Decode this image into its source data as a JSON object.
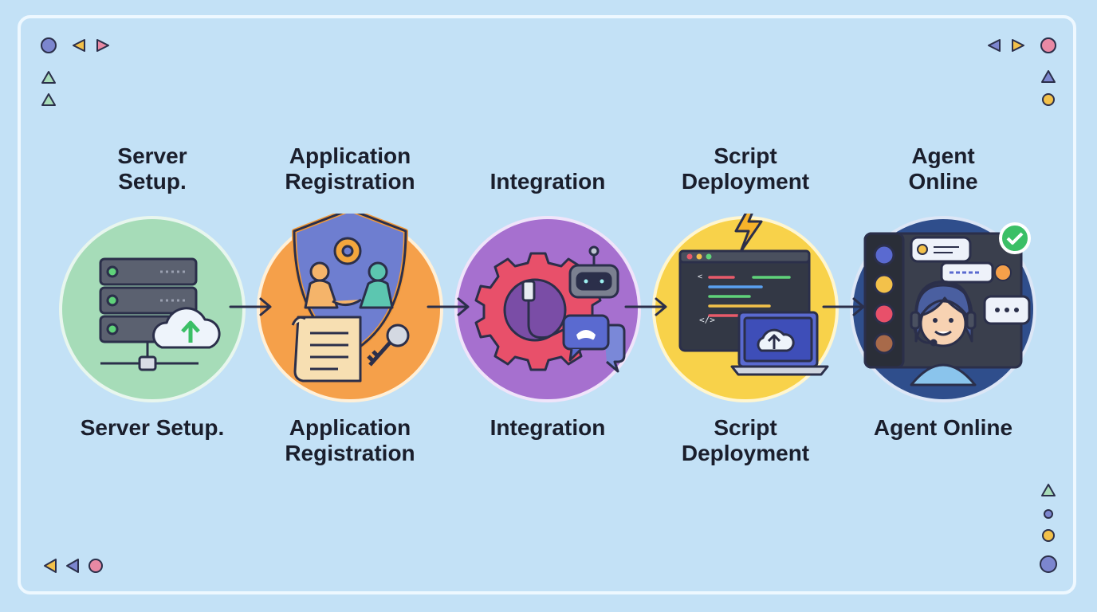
{
  "stages": [
    {
      "id": "server",
      "top_label": [
        "Server",
        "Setup."
      ],
      "bottom_label": [
        "Server Setup."
      ],
      "color": "#a6dcb8",
      "icon": "server-cloud-upload-icon"
    },
    {
      "id": "app",
      "top_label": [
        "Application",
        "Registration"
      ],
      "bottom_label": [
        "Application",
        "Registration"
      ],
      "color": "#f5a04a",
      "icon": "shield-handshake-key-icon"
    },
    {
      "id": "integration",
      "top_label": [
        "Integration"
      ],
      "bottom_label": [
        "Integration"
      ],
      "color": "#a670cf",
      "icon": "gear-bot-chat-icon"
    },
    {
      "id": "script",
      "top_label": [
        "Script",
        "Deployment"
      ],
      "bottom_label": [
        "Script",
        "Deployment"
      ],
      "color": "#f8d24a",
      "icon": "code-window-laptop-icon"
    },
    {
      "id": "agent",
      "top_label": [
        "Agent",
        "Online"
      ],
      "bottom_label": [
        "Agent Online"
      ],
      "color": "#2f4e8c",
      "icon": "agent-headset-chat-icon"
    }
  ],
  "colors": {
    "background": "#c3e1f6",
    "text": "#1a1e2c",
    "accent_green": "#3bbf66"
  }
}
